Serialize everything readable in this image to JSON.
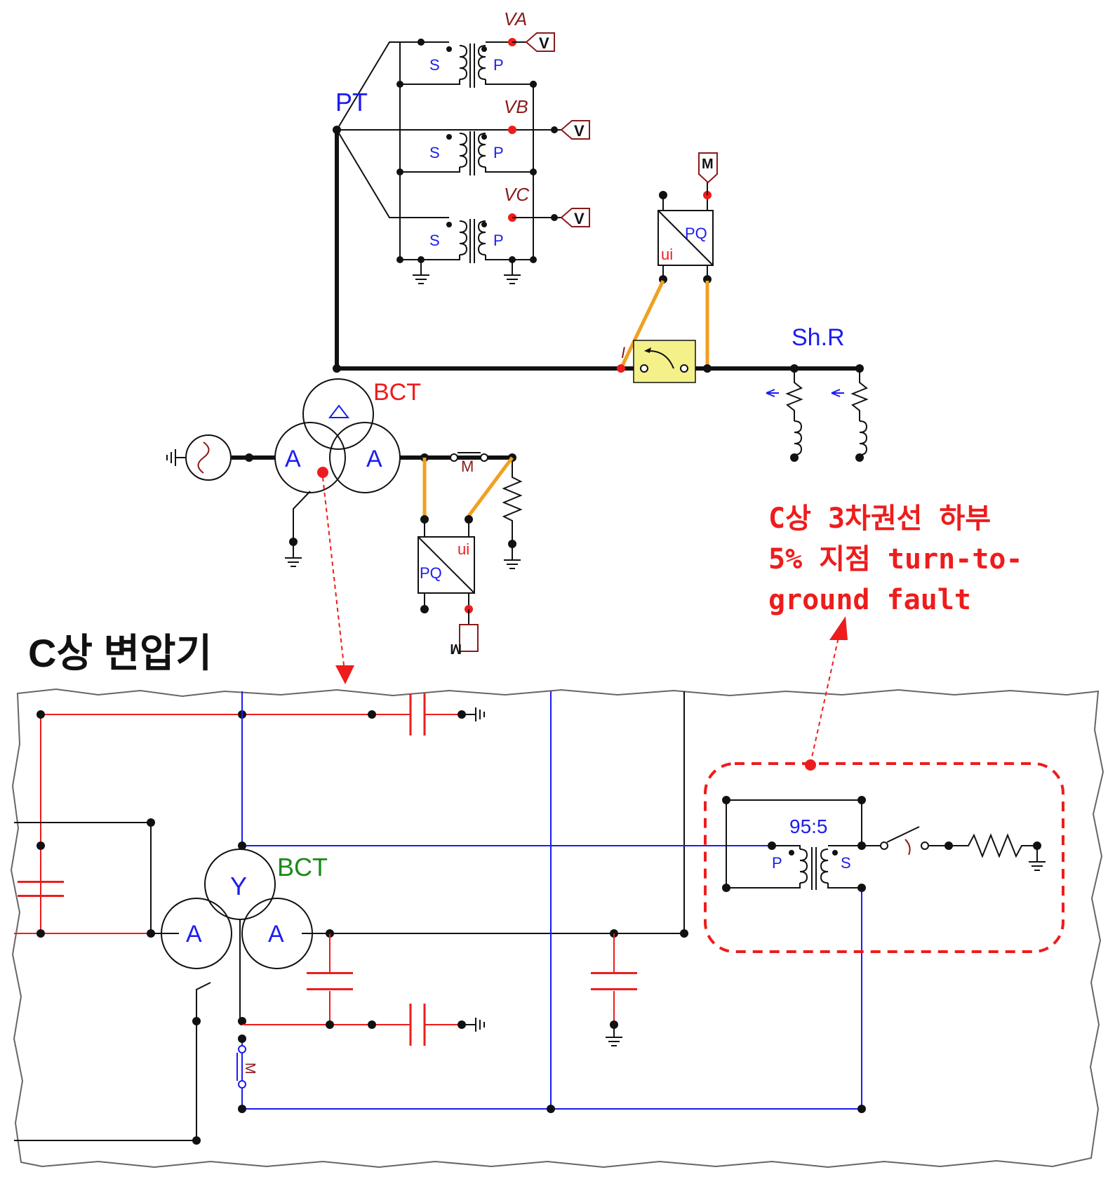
{
  "labels": {
    "pt": "PT",
    "va": "VA",
    "vb": "VB",
    "vc": "VC",
    "s": "S",
    "p": "P",
    "v": "V",
    "m": "M",
    "pq": "PQ",
    "ui": "ui",
    "i": "I",
    "bct_top": "BCT",
    "bct_bottom": "BCT",
    "shr": "Sh.R",
    "a": "A",
    "y": "Y",
    "ratio": "95:5"
  },
  "annotation": {
    "line1": "C상 3차권선 하부",
    "line2": "5% 지점 turn-to-",
    "line3": "ground fault"
  },
  "section_title": "C상 변압기",
  "colors": {
    "blue": "#1c1cf0",
    "red": "#ee1c1c",
    "orange": "#f0a020",
    "label_dark_red": "#8a1a1a",
    "green": "#1a8a1a",
    "switch_box": "#f4f08a"
  }
}
